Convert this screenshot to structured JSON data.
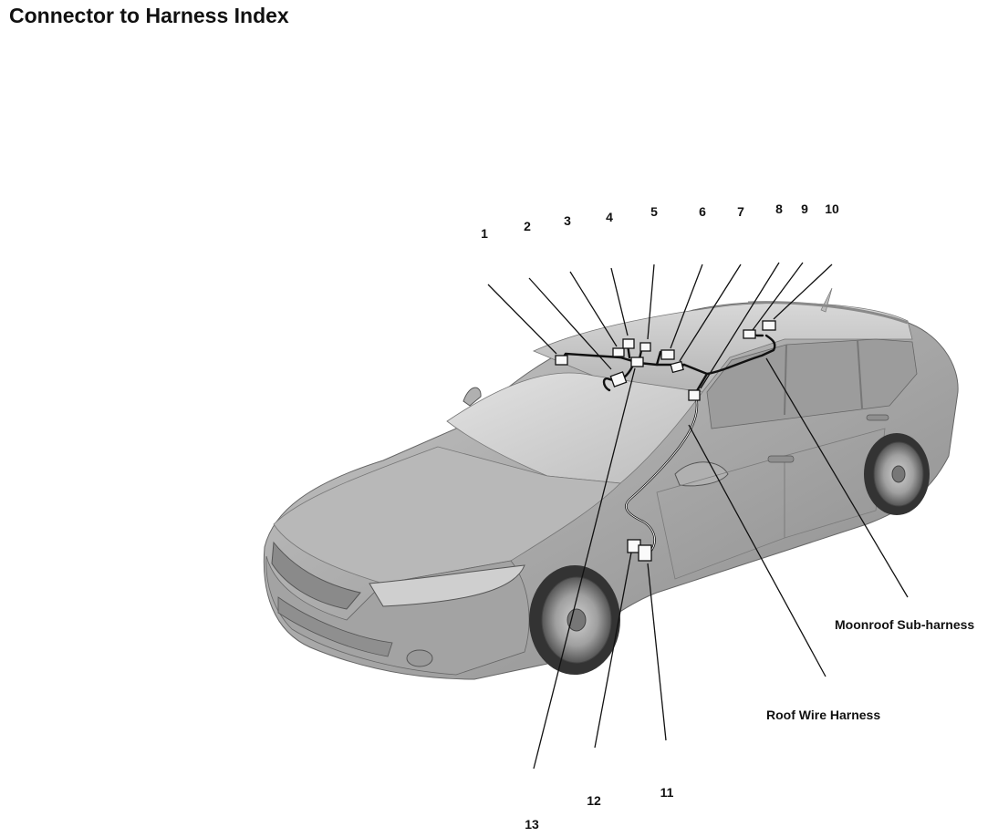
{
  "title": "Connector to Harness Index",
  "callouts": [
    "1",
    "2",
    "3",
    "4",
    "5",
    "6",
    "7",
    "8",
    "9",
    "10",
    "11",
    "12",
    "13"
  ],
  "harnesses": {
    "moonroof": "Moonroof Sub-harness",
    "roof": "Roof Wire Harness"
  }
}
